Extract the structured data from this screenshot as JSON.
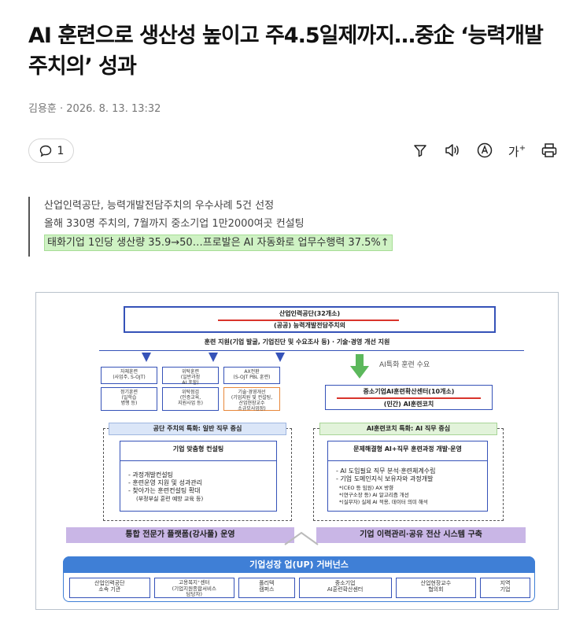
{
  "article": {
    "headline": "AI 훈련으로 생산성 높이고 주4.5일제까지…중企 ‘능력개발 주치의’ 성과",
    "byline": "김용훈 · 2026. 8. 13. 13:32",
    "comment_count": "1",
    "font_size_label": "가"
  },
  "summary": [
    "산업인력공단, 능력개발전담주치의 우수사례 5건 선정",
    "올해 330명 주치의, 7월까지 중소기업 1만2000여곳 컨설팅",
    "태화기업 1인당 생산량 35.9→50…프로발은 AI 자동화로 업무수행력 37.5%↑"
  ],
  "icons": {
    "comment": "speech-bubble-icon",
    "filter": "funnel-icon",
    "listen": "speaker-icon",
    "translate": "translate-icon",
    "font_size": "font-size-icon",
    "print": "printer-icon"
  },
  "diagram": {
    "top_title": "산업인력공단(32개소)",
    "top_subtitle": "(공공) 능력개발전담주치의",
    "support_line": "훈련 지원(기업 발굴, 기업진단 및 수요조사 등) · 기술·경영 개선 지원",
    "ai_demand": "AI특화 훈련 수요",
    "left_boxes": [
      "자체훈련\n(사업주, S-OJT)",
      "위탁훈련\n(일반과정\nAI 포함)",
      "AX전환\n(S-OJT PBL 훈련)",
      "정기훈련\n(일학습\n병행 등)",
      "위탁점검\n(인증교육,\n지원사업 등)",
      "기술·경영개선\n(기업지원 및 컨설팅,\n산업현장교수\n소규모사업장)"
    ],
    "center_title": "중소기업AI훈련확산센터(10개소)",
    "center_subtitle": "(민간) AI훈련코치",
    "left_heading": "공단 주치의 특화: 일반 직무 중심",
    "left_box_title": "기업 맞춤형 컨설팅",
    "left_items": [
      "- 과정개발컨설팅",
      "- 훈련운영 지원 및 성과관리",
      "- 찾아가는 훈련컨설팅 확대",
      "(부정부실 훈련 예방 교육 등)"
    ],
    "right_heading": "AI훈련코치 특화: AI 직무 중심",
    "right_box_title": "문제해결형 AI+직무 훈련과정 개발·운영",
    "right_items": [
      "- AI 도입필요 직무 분석·훈련체계수립",
      "- 기업 도메인지식 보유자와 과정개발",
      "*(CEO 등 임원) AX 방향",
      "*(연구소장 등) AI 알고리즘 개선",
      "*(실무자) 실제 AI 적용, 데이터 의미 해석"
    ],
    "left_bar": "통합 전문가 플랫폼(강사풀) 운영",
    "right_bar": "기업 이력관리·공유 전산 시스템 구축",
    "governance": "기업성장 업(UP) 거버넌스",
    "bottom_cells": [
      "산업인력공단\n소속 기관",
      "고용복지⁺센터\n(기업지원종합서비스\n담당자)",
      "폴리텍\n캠퍼스",
      "중소기업\nAI훈련확산센터",
      "산업현장교수\n협의회",
      "지역\n기업"
    ],
    "colors": {
      "navy": "#3552b8",
      "purple_bar": "#c9b6e6",
      "governance_blue": "#3f7fd6",
      "arrow_green": "#5cb85c",
      "orange": "#e8873a",
      "red_line": "#d9342b"
    }
  }
}
